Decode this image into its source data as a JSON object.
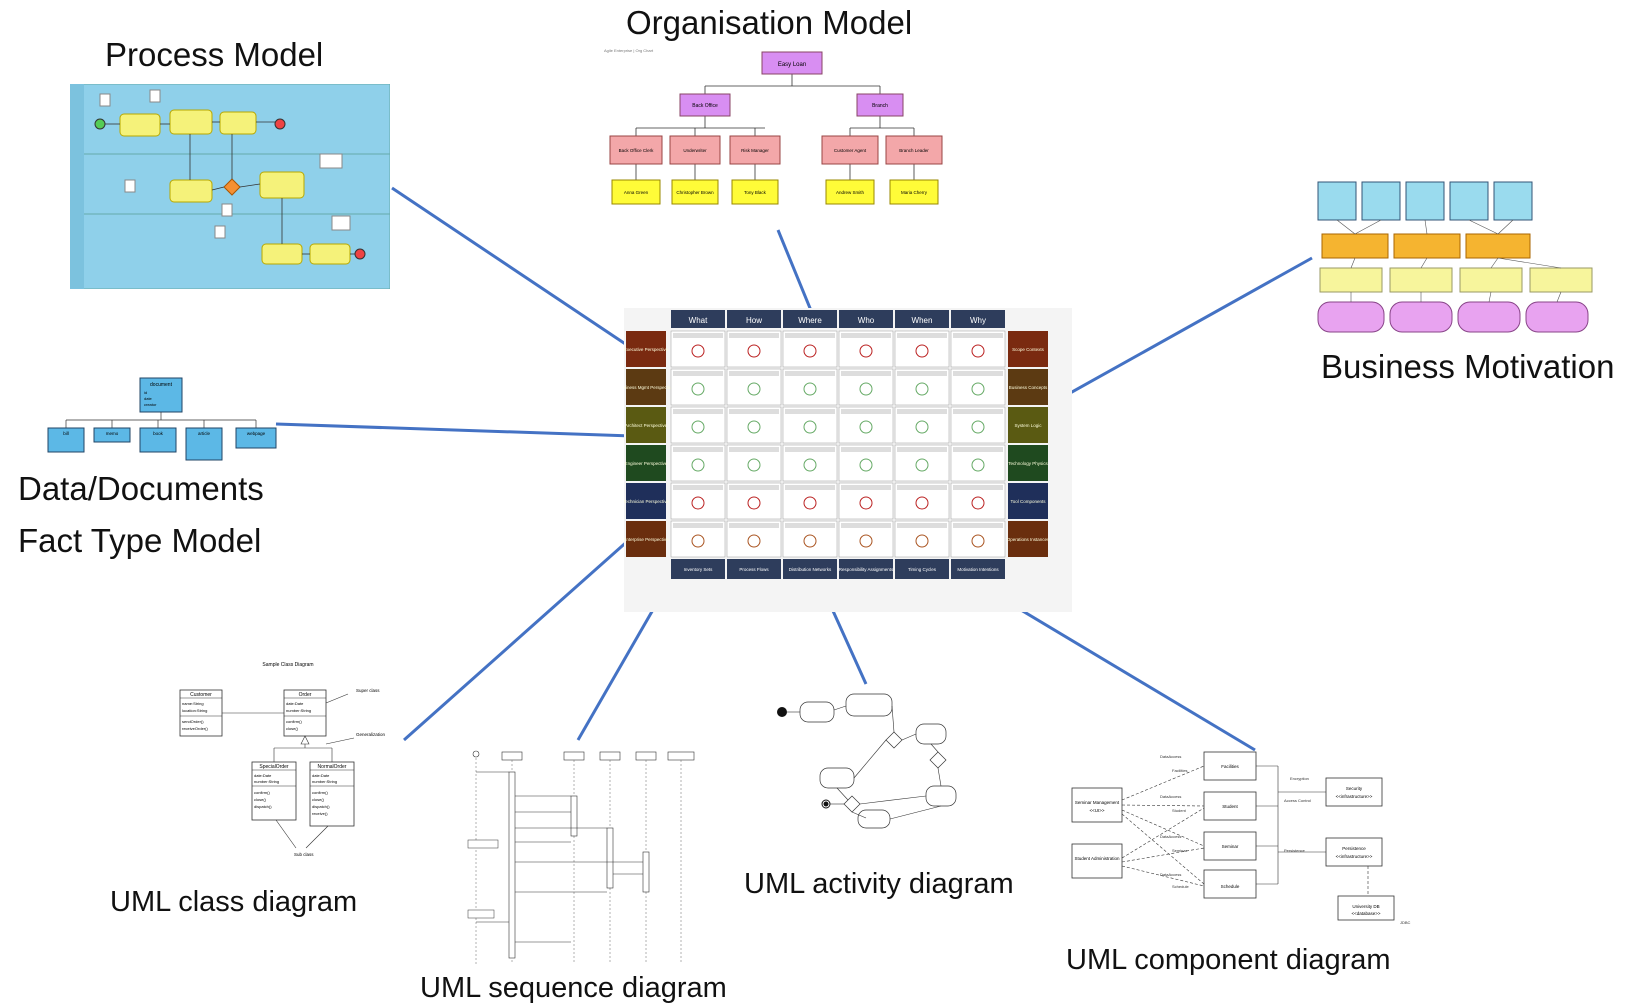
{
  "labels": {
    "process_model": "Process Model",
    "organisation_model": "Organisation Model",
    "business_motivation": "Business Motivation",
    "data_documents": "Data/Documents",
    "fact_type_model": "Fact Type Model",
    "uml_class": "UML class diagram",
    "uml_sequence": "UML sequence diagram",
    "uml_activity": "UML activity diagram",
    "uml_component": "UML component diagram"
  },
  "zachman": {
    "columns": [
      "What",
      "How",
      "Where",
      "Who",
      "When",
      "Why"
    ],
    "rows": [
      {
        "left": "Executive Perspective",
        "right": "Scope Contexts"
      },
      {
        "left": "Business Mgmt Perspective",
        "right": "Business Concepts"
      },
      {
        "left": "Architect Perspective",
        "right": "System Logic"
      },
      {
        "left": "Engineer Perspective",
        "right": "Technology Physics"
      },
      {
        "left": "Technician Perspective",
        "right": "Tool Components"
      },
      {
        "left": "Enterprise Perspective",
        "right": "Operations Instances"
      }
    ],
    "bottom": [
      "Inventory Sets",
      "Process Flows",
      "Distribution Networks",
      "Responsibility Assignments",
      "Timing Cycles",
      "Motivation Intentions"
    ]
  },
  "org_model": {
    "root": "Easy Loan",
    "level2": [
      "Back Office",
      "Branch"
    ],
    "roles": [
      "Back Office Clerk",
      "Underwriter",
      "Risk Manager",
      "Customer Agent",
      "Branch Leader"
    ],
    "persons": [
      "Anna Green",
      "Christopher Brown",
      "Tony Black",
      "Andrew Smith",
      "Maria Cherry"
    ]
  },
  "class_diagram": {
    "title": "Sample Class Diagram",
    "classes": [
      "Customer",
      "Order",
      "SpecialOrder",
      "NormalOrder"
    ],
    "attrs": {
      "customer": [
        "name:String",
        "location:String"
      ],
      "customer_ops": [
        "sendOrder()",
        "receiveOrder()"
      ],
      "order": [
        "date:Date",
        "number:String"
      ],
      "order_ops": [
        "confirm()",
        "close()"
      ],
      "special": [
        "date:Date",
        "number:String"
      ],
      "special_ops": [
        "confirm()",
        "close()",
        "dispatch()"
      ],
      "normal": [
        "date:Date",
        "number:String"
      ],
      "normal_ops": [
        "confirm()",
        "close()",
        "dispatch()",
        "receive()"
      ]
    },
    "notes": [
      "Super class",
      "Generalization",
      "Sub class"
    ]
  },
  "component_diagram": {
    "nodes": [
      "Facilities",
      "Student",
      "Seminar",
      "Schedule",
      "Seminar Management",
      "Student Administration",
      "Security",
      "Persistence",
      "University DB"
    ],
    "stereotypes": [
      "<<UI>>",
      "<<infrastructure>>",
      "<<infrastructure>>",
      "<<database>>"
    ],
    "labels": [
      "DataAccess",
      "Facilities",
      "DataAccess",
      "Student",
      "DataAccess",
      "Seminar",
      "DataAccess",
      "Schedule",
      "Encryption",
      "Access Control",
      "Persistence",
      "JDBC"
    ]
  },
  "fact_model": {
    "root": "document",
    "root_attrs": [
      "id",
      "date",
      "creator"
    ],
    "children": [
      "bill",
      "memo",
      "book",
      "article",
      "webpage"
    ]
  },
  "colors": {
    "connector": "#4472c4",
    "process_bg": "#8fd0ea",
    "process_task": "#f5f27a",
    "org_root": "#d88ef2",
    "org_role": "#f3a7a9",
    "org_person": "#fffc38",
    "motivation_blue": "#9adbee",
    "motivation_orange": "#f5b430",
    "motivation_yellow": "#f7f59c",
    "motivation_pink": "#e8a3f0",
    "fact_blue": "#5cb8e6"
  }
}
